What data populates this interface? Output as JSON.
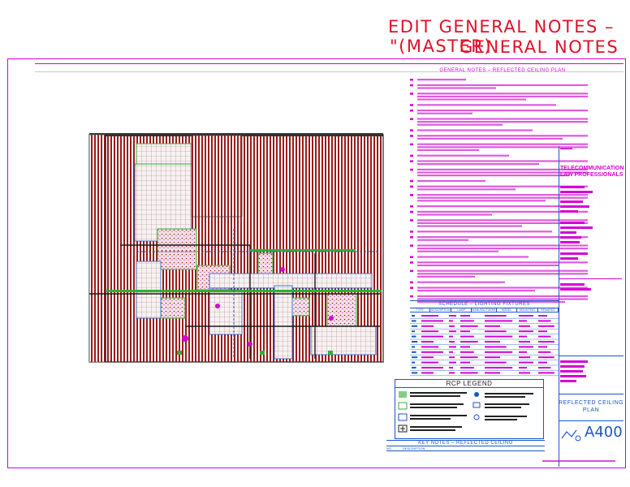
{
  "header": {
    "title_line1": "EDIT GENERAL NOTES –",
    "title_line2a": "\"(MASTER)",
    "title_line2b": "GENERAL NOTES"
  },
  "notes": {
    "title": "GENERAL NOTES – REFLECTED CEILING PLAN",
    "count": 27
  },
  "schedule": {
    "title": "SCHEDULE – LIGHTING FIXTURES",
    "columns": [
      "TYPE",
      "DESCRIPTION",
      "LAMP",
      "MANUFACTURER",
      "MODEL",
      "MOUNTING",
      "REMARKS"
    ]
  },
  "legend": {
    "title": "RCP LEGEND"
  },
  "key_notes": {
    "title": "KEY NOTES – REFLECTED CEILING",
    "col1": "NO.",
    "col2": "DESCRIPTION"
  },
  "title_block": {
    "firm_line1": "TELECOMMUNICATION",
    "firm_line2": "LAW PROFESSIONALS",
    "sheet_name_line1": "REFLECTED CEILING",
    "sheet_name_line2": "PLAN",
    "sheet_number": "A400"
  },
  "colors": {
    "title_red": "#e0102a",
    "border_magenta": "#d400d4",
    "plan_red": "#9b1b1b",
    "grid_blue": "#1a56c4",
    "green": "#2fb02f"
  }
}
